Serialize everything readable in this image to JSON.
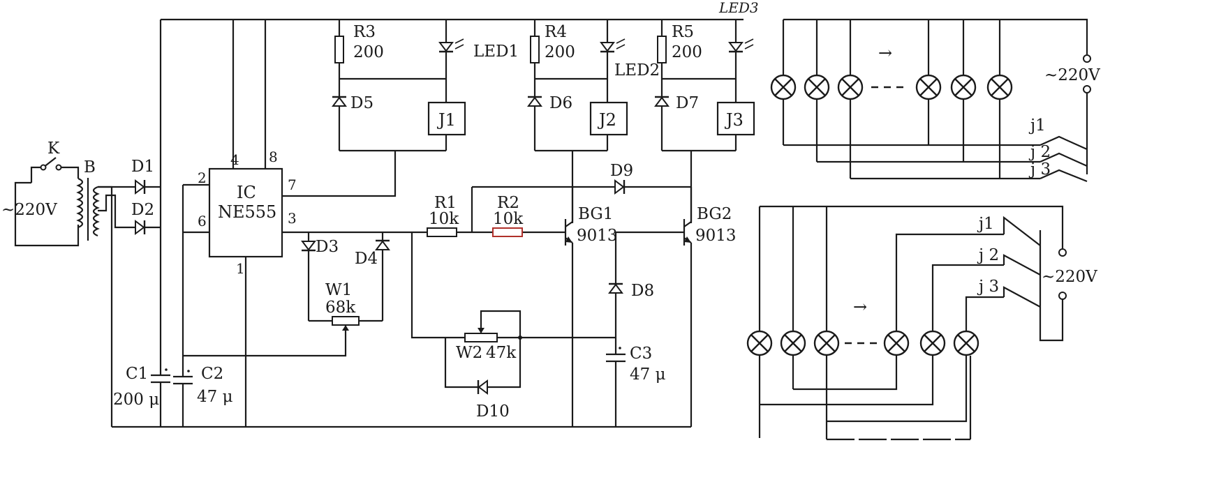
{
  "supply": {
    "ac_label": "~220V",
    "switch_label": "K",
    "transformer_label": "B"
  },
  "ic": {
    "name": "IC",
    "part": "NE555",
    "pins": [
      "2",
      "6",
      "4",
      "8",
      "7",
      "3",
      "1"
    ]
  },
  "diodes": [
    "D1",
    "D2",
    "D3",
    "D4",
    "D5",
    "D6",
    "D7",
    "D8",
    "D9",
    "D10"
  ],
  "resistors": [
    {
      "ref": "R1",
      "value": "10k"
    },
    {
      "ref": "R2",
      "value": "10k"
    },
    {
      "ref": "R3",
      "value": "200"
    },
    {
      "ref": "R4",
      "value": "200"
    },
    {
      "ref": "R5",
      "value": "200"
    }
  ],
  "pots": [
    {
      "ref": "W1",
      "value": "68k"
    },
    {
      "ref": "W2",
      "value": "47k"
    }
  ],
  "capacitors": [
    {
      "ref": "C1",
      "value": "200 μ"
    },
    {
      "ref": "C2",
      "value": "47 μ"
    },
    {
      "ref": "C3",
      "value": "47 μ"
    }
  ],
  "leds": [
    "LED1",
    "LED2",
    "LED3"
  ],
  "relays": [
    "J1",
    "J2",
    "J3"
  ],
  "transistors": [
    {
      "ref": "BG1",
      "part": "9013"
    },
    {
      "ref": "BG2",
      "part": "9013"
    }
  ],
  "lamp_panel_top": {
    "arrow": "→",
    "ac_label": "~220V",
    "contacts": [
      "j1",
      "j 2",
      "j 3"
    ]
  },
  "lamp_panel_bottom": {
    "arrow": "→",
    "ac_label": "~220V",
    "contacts": [
      "j1",
      "j 2",
      "j 3"
    ]
  }
}
